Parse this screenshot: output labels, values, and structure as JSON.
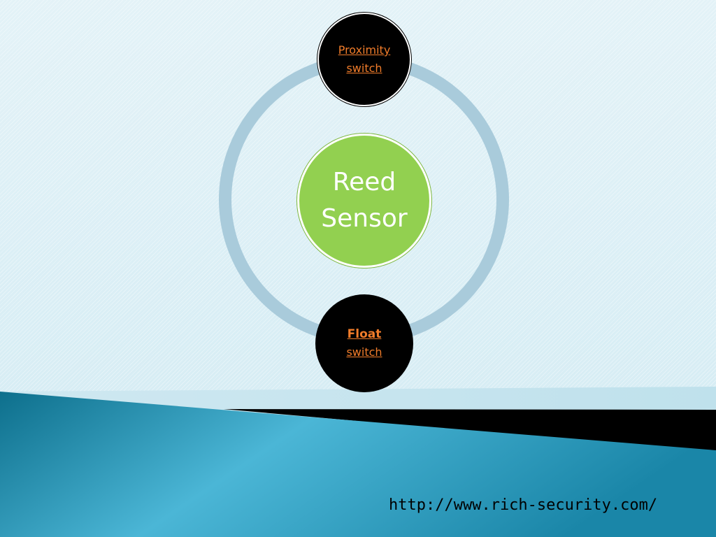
{
  "diagram": {
    "center": {
      "line1": "Reed",
      "line2": "Sensor"
    },
    "top_node": {
      "line1": "Proximity",
      "line2": "switch"
    },
    "bottom_node": {
      "line1": "Float",
      "line2": "switch"
    }
  },
  "footer": {
    "url": "http://www.rich-security.com/"
  },
  "colors": {
    "center_fill": "#92d050",
    "node_fill": "#000000",
    "ring": "#a9cbdb",
    "link": "#f07c2a",
    "band": "#1f88a8"
  }
}
